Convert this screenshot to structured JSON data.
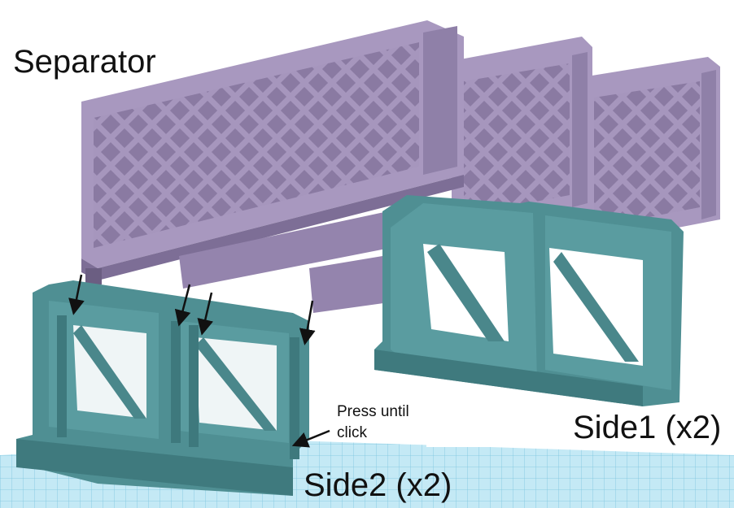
{
  "labels": {
    "separator": "Separator",
    "side1": "Side1 (x2)",
    "side2": "Side2 (x2)",
    "press_line1": "Press until",
    "press_line2": "click"
  },
  "colors": {
    "separator": "#9c8cb3",
    "side": "#4f8f93",
    "grid": "#a9dcee",
    "arrow": "#111111"
  },
  "icons": {
    "arrow": "down-arrow-icon"
  }
}
